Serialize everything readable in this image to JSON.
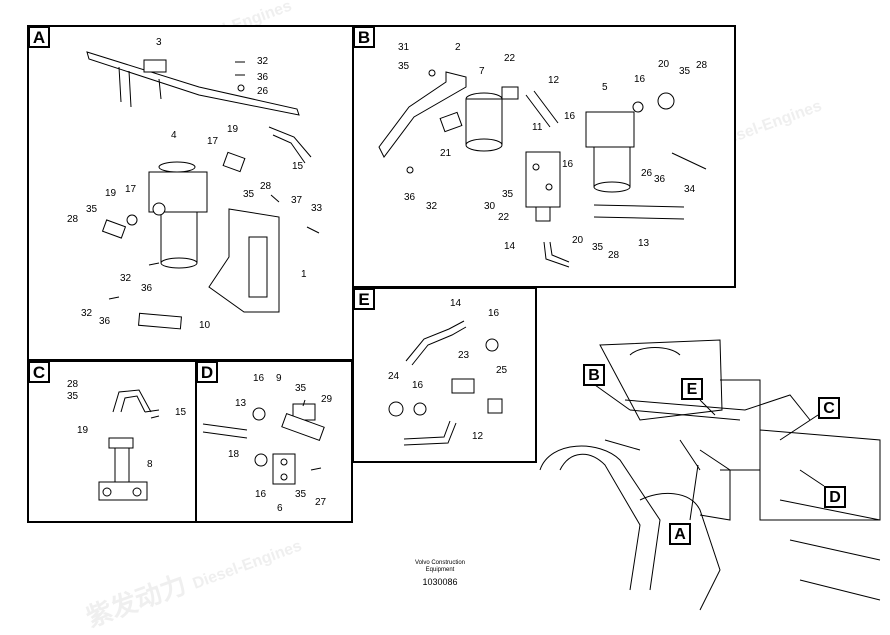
{
  "panels": {
    "A": {
      "label": "A",
      "callouts": {
        "c3": "3",
        "c32a": "32",
        "c36a": "36",
        "c26": "26",
        "c4": "4",
        "c17a": "17",
        "c19a": "19",
        "c15": "15",
        "c35a": "35",
        "c28a": "28",
        "c19b": "19",
        "c17b": "17",
        "c28b": "28",
        "c35b": "35",
        "c37": "37",
        "c33": "33",
        "c1": "1",
        "c32b": "32",
        "c36b": "36",
        "c32c": "32",
        "c36c": "36",
        "c10": "10"
      }
    },
    "B": {
      "label": "B",
      "callouts": {
        "c31": "31",
        "c2": "2",
        "c35a": "35",
        "c7": "7",
        "c22a": "22",
        "c12": "12",
        "c5": "5",
        "c16a": "16",
        "c20a": "20",
        "c35b": "35",
        "c28a": "28",
        "c16b": "16",
        "c11": "11",
        "c21": "21",
        "c36a": "36",
        "c32": "32",
        "c30": "30",
        "c35c": "35",
        "c16c": "16",
        "c22b": "22",
        "c14": "14",
        "c20b": "20",
        "c35d": "35",
        "c28b": "28",
        "c13": "13",
        "c26": "26",
        "c36b": "36",
        "c34": "34"
      }
    },
    "C": {
      "label": "C",
      "callouts": {
        "c28": "28",
        "c35": "35",
        "c15": "15",
        "c19": "19",
        "c8": "8"
      }
    },
    "D": {
      "label": "D",
      "callouts": {
        "c16a": "16",
        "c9": "9",
        "c35a": "35",
        "c13": "13",
        "c29": "29",
        "c18": "18",
        "c16b": "16",
        "c6": "6",
        "c35b": "35",
        "c27": "27"
      }
    },
    "E": {
      "label": "E",
      "callouts": {
        "c14": "14",
        "c16a": "16",
        "c23": "23",
        "c24": "24",
        "c16b": "16",
        "c25": "25",
        "c12": "12"
      }
    }
  },
  "overview_pointers": {
    "B": "B",
    "E": "E",
    "C": "C",
    "D": "D",
    "A": "A"
  },
  "footer": {
    "line1": "Volvo Construction",
    "line2": "Equipment",
    "code": "1030086"
  },
  "watermark": {
    "text": "紫发动力",
    "subtext": "Diesel-Engines"
  }
}
